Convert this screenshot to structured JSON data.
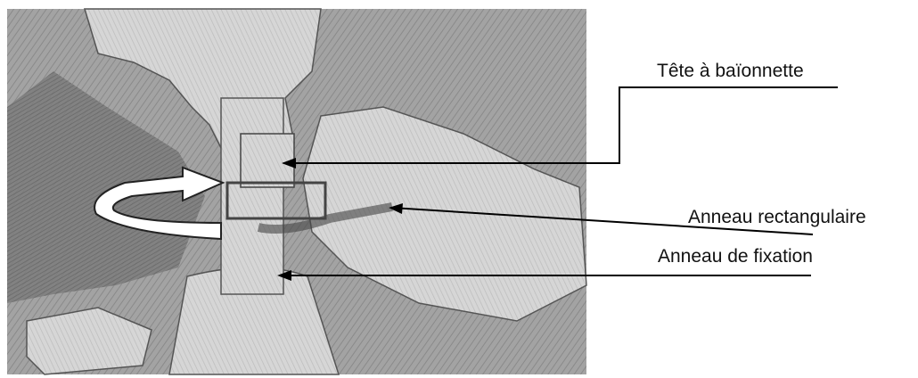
{
  "labels": {
    "bayonet_head": "Tête à baïonnette",
    "rectangular_ring": "Anneau rectangulaire",
    "fixing_ring": "Anneau de fixation"
  },
  "colors": {
    "sketch_bg": "#a9a9a9",
    "sketch_dark": "#6e6e6e",
    "sketch_light": "#dcdcdc",
    "line": "#000000"
  }
}
